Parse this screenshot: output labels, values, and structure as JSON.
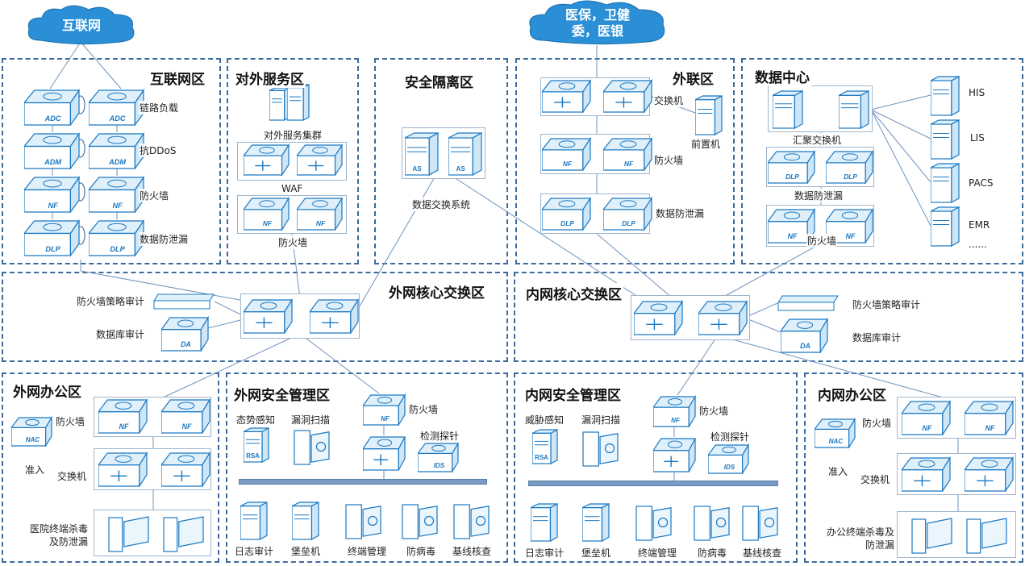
{
  "clouds": {
    "internet": "互联网",
    "medical": "医保，卫健委，医银"
  },
  "zones": {
    "internet": {
      "title": "互联网区",
      "labels": [
        "链路负载",
        "抗DDoS",
        "防火墙",
        "数据防泄漏"
      ]
    },
    "external_service": {
      "title": "对外服务区",
      "labels": [
        "对外服务集群",
        "WAF",
        "防火墙"
      ]
    },
    "isolation": {
      "title": "安全隔离区",
      "labels": [
        "数据交换系统"
      ]
    },
    "external_link": {
      "title": "外联区",
      "labels": [
        "交换机",
        "前置机",
        "防火墙",
        "数据防泄漏"
      ]
    },
    "data_center": {
      "title": "数据中心",
      "labels": [
        "汇聚交换机",
        "数据防泄漏",
        "防火墙"
      ],
      "systems": [
        "HIS",
        "LIS",
        "PACS",
        "EMR",
        "......"
      ]
    },
    "outer_core": {
      "title": "外网核心交换区",
      "labels": [
        "防火墙策略审计",
        "数据库审计"
      ]
    },
    "inner_core": {
      "title": "内网核心交换区",
      "labels": [
        "防火墙策略审计",
        "数据库审计"
      ]
    },
    "outer_office": {
      "title": "外网办公区",
      "labels": [
        "防火墙",
        "准入",
        "交换机",
        "医院终端杀毒及防泄漏"
      ]
    },
    "outer_security": {
      "title": "外网安全管理区",
      "labels": [
        "防火墙",
        "态势感知",
        "漏洞扫描",
        "检测探针"
      ],
      "bottom": [
        "日志审计",
        "堡垒机",
        "终端管理",
        "防病毒",
        "基线核查"
      ]
    },
    "inner_security": {
      "title": "内网安全管理区",
      "labels": [
        "防火墙",
        "威胁感知",
        "漏洞扫描",
        "检测探针"
      ],
      "bottom": [
        "日志审计",
        "堡垒机",
        "终端管理",
        "防病毒",
        "基线核查"
      ]
    },
    "inner_office": {
      "title": "内网办公区",
      "labels": [
        "防火墙",
        "准入",
        "交换机",
        "办公终端杀毒及防泄漏"
      ]
    }
  },
  "device_marks": {
    "adc": "ADC",
    "adm": "ADM",
    "nf": "NF",
    "dlp": "DLP",
    "as": "AS",
    "da": "DA",
    "nac": "NAC",
    "ids": "IDS",
    "rsa": "RSA"
  },
  "colors": {
    "zone_border": "#3d6c9c",
    "device_blue": "#1a78c2",
    "cloud": "#2a8fd6"
  }
}
